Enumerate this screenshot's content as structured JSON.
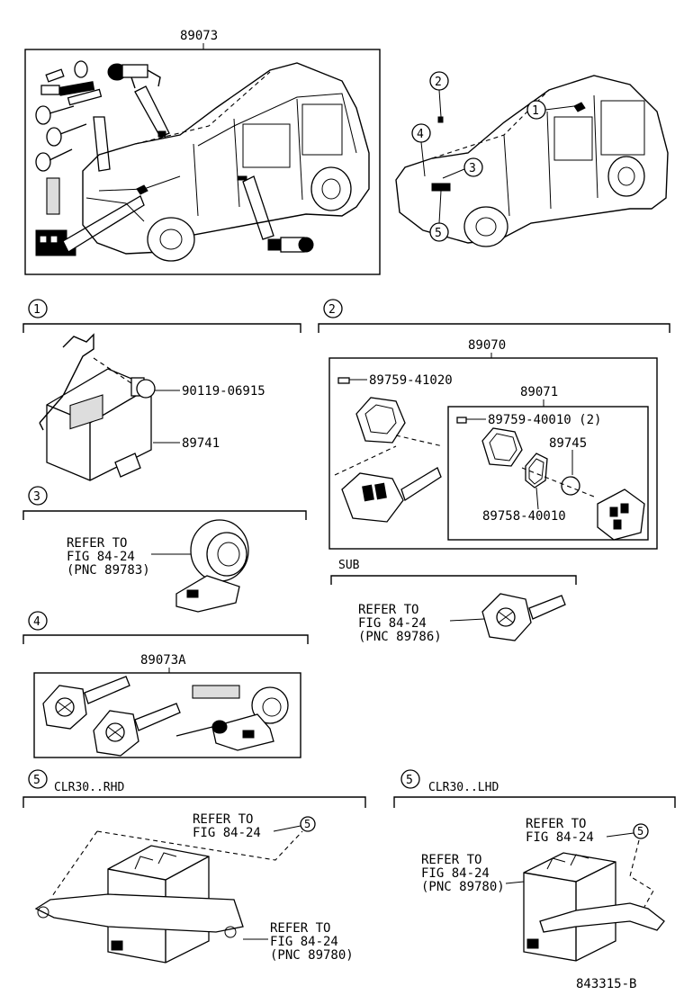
{
  "kit_label": "89073",
  "callout_numbers": {
    "c1": "1",
    "c2": "2",
    "c3": "3",
    "c4": "4",
    "c5": "5",
    "c5b": "5"
  },
  "section1": {
    "bolt_part": "90119-06915",
    "ecu_part": "89741"
  },
  "section2": {
    "assembly": "89070",
    "pin1": "89759-41020",
    "subassembly": "89071",
    "pin2": "89759-40010 (2)",
    "battery": "89745",
    "case_part": "89758-40010"
  },
  "section3": {
    "ref_line1": "REFER TO",
    "ref_line2": "FIG 84-24",
    "ref_line3": "(PNC 89783)"
  },
  "sub_section": {
    "title": "SUB",
    "ref_line1": "REFER TO",
    "ref_line2": "FIG 84-24",
    "ref_line3": "(PNC 89786)"
  },
  "section4": {
    "kit": "89073A"
  },
  "section5_rhd": {
    "title": "CLR30..RHD",
    "ref_a_line1": "REFER TO",
    "ref_a_line2": "FIG 84-24",
    "ref_a_callout": "5",
    "ref_b_line1": "REFER TO",
    "ref_b_line2": "FIG 84-24",
    "ref_b_line3": "(PNC 89780)"
  },
  "section5_lhd": {
    "title": "CLR30..LHD",
    "ref_a_line1": "REFER TO",
    "ref_a_line2": "FIG 84-24",
    "ref_a_callout": "5",
    "ref_b_line1": "REFER TO",
    "ref_b_line2": "FIG 84-24",
    "ref_b_line3": "(PNC 89780)"
  },
  "figure_code": "843315-B"
}
